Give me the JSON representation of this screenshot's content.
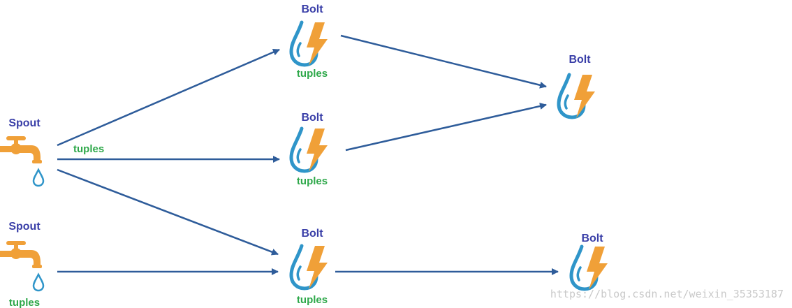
{
  "colors": {
    "arrow": "#2e5c9a",
    "label": "#3a3fa8",
    "tuples": "#2ea84a",
    "drop": "#2f95c9",
    "bolt": "#f0a038",
    "faucet": "#f0a038",
    "watermark": "#c9c9c9"
  },
  "nodes": [
    {
      "id": "spout-1",
      "type": "spout",
      "label": "Spout",
      "icon": "faucet-icon"
    },
    {
      "id": "spout-2",
      "type": "spout",
      "label": "Spout",
      "icon": "faucet-icon",
      "sublabel": "tuples"
    },
    {
      "id": "bolt-top",
      "type": "bolt",
      "label": "Bolt",
      "icon": "bolt-icon",
      "sublabel": "tuples"
    },
    {
      "id": "bolt-middle",
      "type": "bolt",
      "label": "Bolt",
      "icon": "bolt-icon",
      "sublabel": "tuples"
    },
    {
      "id": "bolt-bottom",
      "type": "bolt",
      "label": "Bolt",
      "icon": "bolt-icon",
      "sublabel": "tuples"
    },
    {
      "id": "bolt-right-top",
      "type": "bolt",
      "label": "Bolt",
      "icon": "bolt-icon"
    },
    {
      "id": "bolt-right-bottom",
      "type": "bolt",
      "label": "Bolt",
      "icon": "bolt-icon"
    }
  ],
  "edges": [
    {
      "from": "spout-1",
      "to": "bolt-top"
    },
    {
      "from": "spout-1",
      "to": "bolt-middle",
      "label": "tuples"
    },
    {
      "from": "spout-1",
      "to": "bolt-bottom"
    },
    {
      "from": "spout-2",
      "to": "bolt-bottom"
    },
    {
      "from": "bolt-top",
      "to": "bolt-right-top"
    },
    {
      "from": "bolt-middle",
      "to": "bolt-right-top"
    },
    {
      "from": "bolt-bottom",
      "to": "bolt-right-bottom"
    }
  ],
  "watermark": "https://blog.csdn.net/weixin_35353187"
}
